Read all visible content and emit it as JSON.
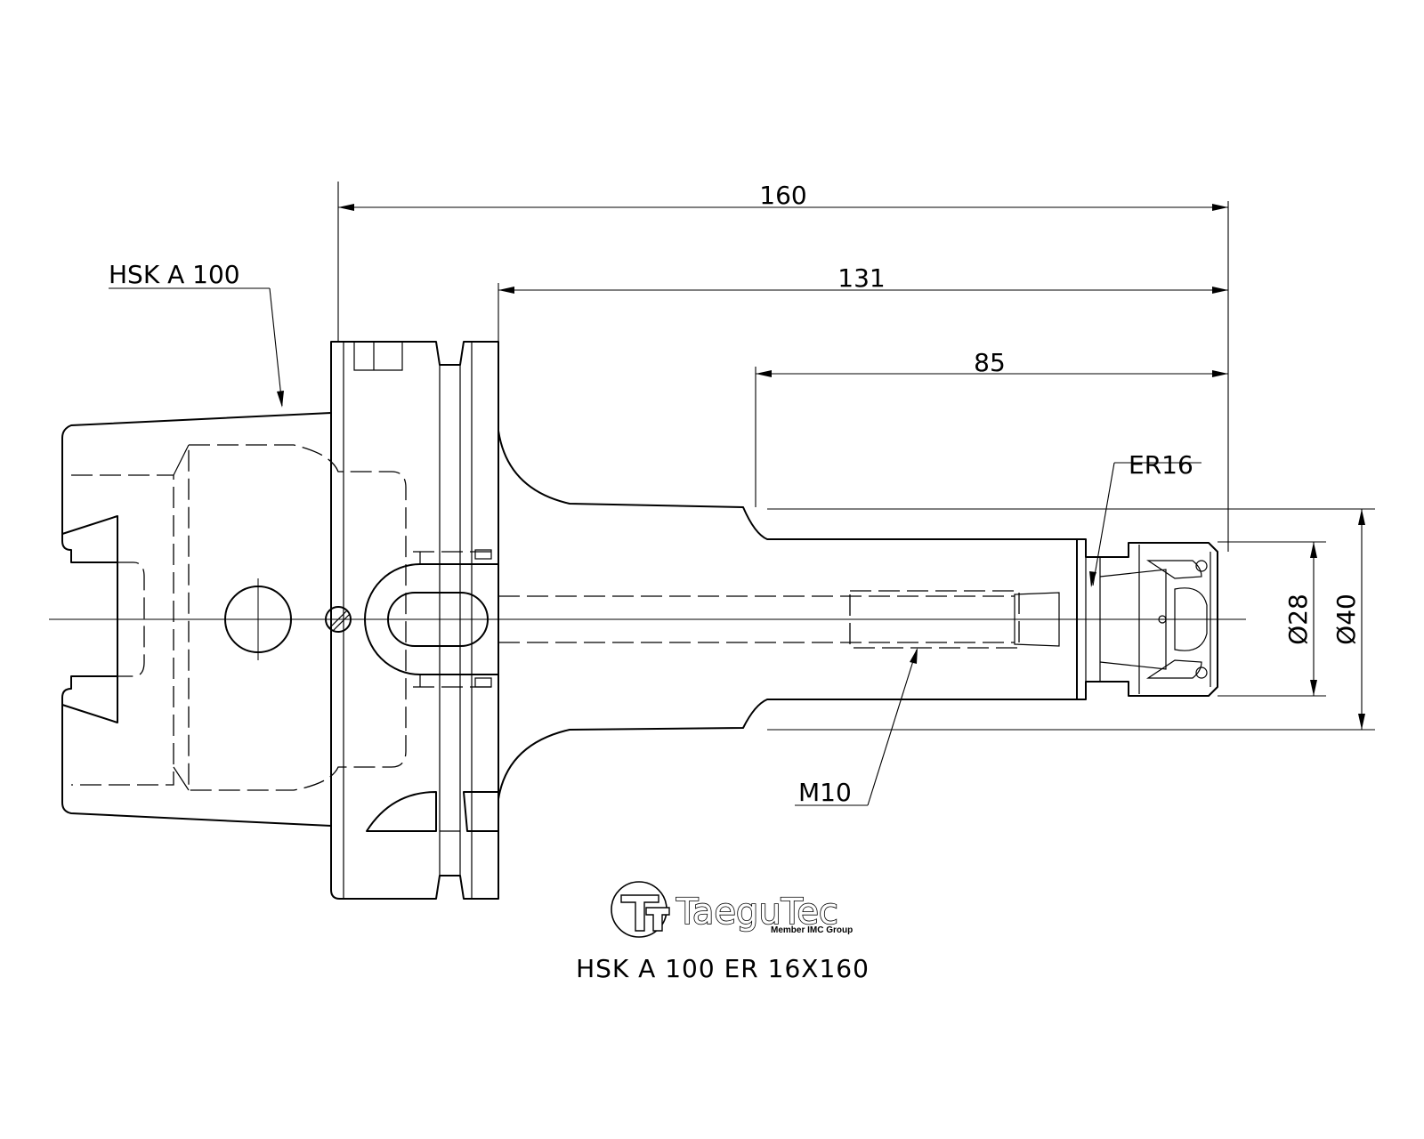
{
  "dimensions": {
    "overall_length": "160",
    "length_from_flange": "131",
    "shank_length": "85",
    "nose_diameter": "Ø28",
    "body_diameter": "Ø40"
  },
  "callouts": {
    "taper": "HSK A 100",
    "collet": "ER16",
    "thread": "M10"
  },
  "logo": {
    "brand": "TaeguTec",
    "tagline": "Member IMC Group"
  },
  "title": "HSK A 100 ER 16X160"
}
